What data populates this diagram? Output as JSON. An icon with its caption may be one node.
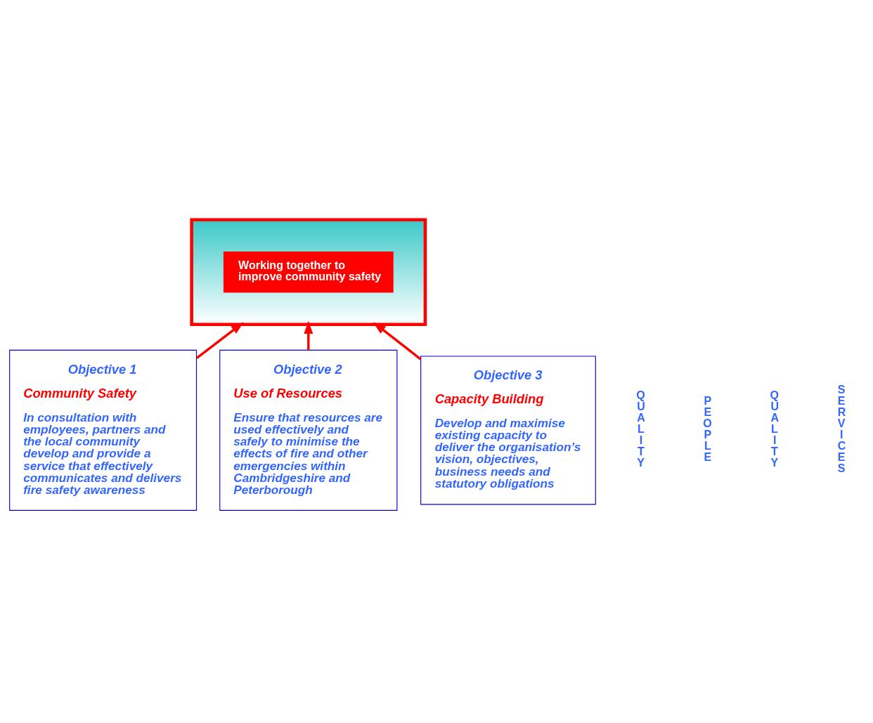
{
  "diagram": {
    "nodes": [
      {
        "text": [],
        "shape": "arrow"
      },
      {
        "text": [
          "Working together to improve community safety"
        ],
        "in": 0
      },
      {
        "text": [
          "Objective 1",
          "Community Safety",
          "In consultation with employees, partners and the local community develop and provide a service that effectively communicates and delivers fire safety awareness"
        ]
      },
      {
        "text": [
          "Objective 2",
          "Use of Resources",
          "Ensure that resources are used effectively and safely to minimise the effects of fire and other emergencies within Cambridgeshire and Peterborough"
        ]
      },
      {
        "text": [
          "Objective 3",
          "Capacity Building",
          "Develop and maximise existing capacity to deliver the organisation’s vision, objectives, business needs and statutory obligations"
        ]
      }
    ],
    "edges": [
      {
        "from": 2,
        "to": 0,
        "arrow": "to"
      },
      {
        "from": 3,
        "to": 0,
        "arrow": "to"
      },
      {
        "from": 4,
        "to": 0,
        "arrow": "to"
      }
    ],
    "labels": [
      "QUALITY",
      "PEOPLE",
      "QUALITY",
      "SERVICES"
    ]
  }
}
